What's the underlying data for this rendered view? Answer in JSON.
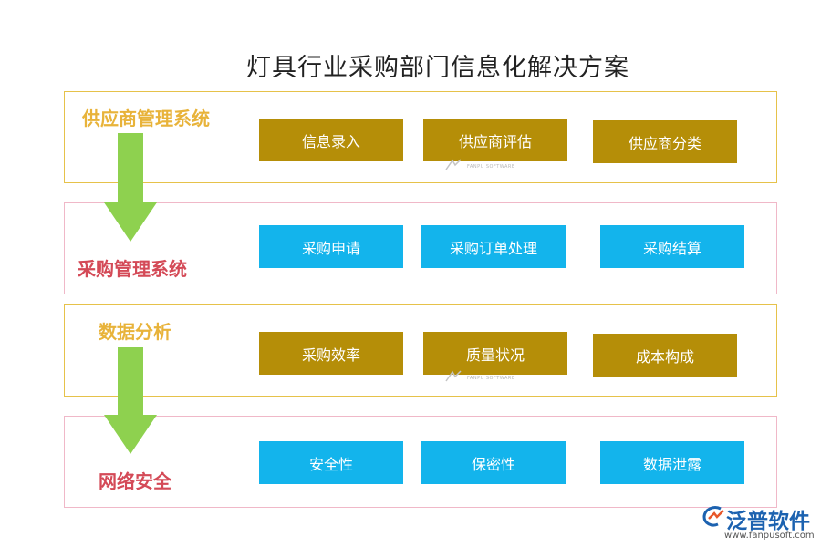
{
  "title": "灯具行业采购部门信息化解决方案",
  "sections": [
    {
      "title": "供应商管理系统",
      "boxes": [
        "信息录入",
        "供应商评估",
        "供应商分类"
      ]
    },
    {
      "title": "采购管理系统",
      "boxes": [
        "采购申请",
        "采购订单处理",
        "采购结算"
      ]
    },
    {
      "title": "数据分析",
      "boxes": [
        "采购效率",
        "质量状况",
        "成本构成"
      ]
    },
    {
      "title": "网络安全",
      "boxes": [
        "安全性",
        "保密性",
        "数据泄露"
      ]
    }
  ],
  "watermark": "FANPU SOFTWARE",
  "logo": {
    "name": "泛普软件",
    "url": "www.fanpusoft.com"
  },
  "colors": {
    "gold_box": "#b58e08",
    "blue_box": "#13b4ec",
    "gold_title": "#e8b33a",
    "red_title": "#d44a57",
    "arrow": "#8ed14f"
  }
}
